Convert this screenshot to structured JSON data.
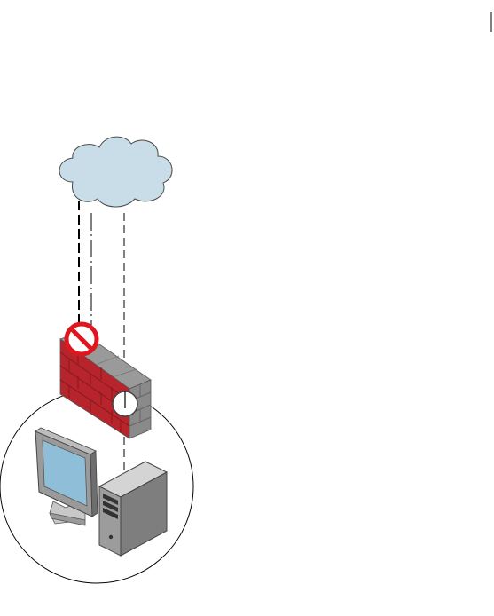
{
  "diagram": {
    "nodes": [
      {
        "id": "internet",
        "icon": "cloud-icon"
      },
      {
        "id": "firewall",
        "icon": "brick-firewall-icon"
      },
      {
        "id": "blocked-connection",
        "icon": "prohibited-icon"
      },
      {
        "id": "allowed-connection",
        "icon": "open-port-icon"
      },
      {
        "id": "workstation-monitor",
        "icon": "monitor-icon"
      },
      {
        "id": "workstation-tower",
        "icon": "tower-pc-icon"
      },
      {
        "id": "protected-network",
        "icon": "network-boundary-circle"
      }
    ],
    "connections": [
      {
        "from": "internet",
        "to": "firewall",
        "style": "dashed",
        "status": "blocked"
      },
      {
        "from": "internet",
        "to": "firewall",
        "style": "dashed",
        "status": "blocked"
      },
      {
        "from": "internet",
        "to": "workstation-tower",
        "style": "dashed",
        "status": "allowed"
      }
    ]
  },
  "colors": {
    "cloud_fill": "#c9dde8",
    "cloud_stroke": "#4a4a4a",
    "brick_red": "#b8242c",
    "brick_dark": "#8e1a20",
    "brick_top": "#9a9a9a",
    "mortar": "#8a8a8a",
    "prohibited_red": "#e0161e",
    "screen_blue": "#8fbfd8",
    "device_gray": "#8f8f8f",
    "line": "#000000"
  }
}
